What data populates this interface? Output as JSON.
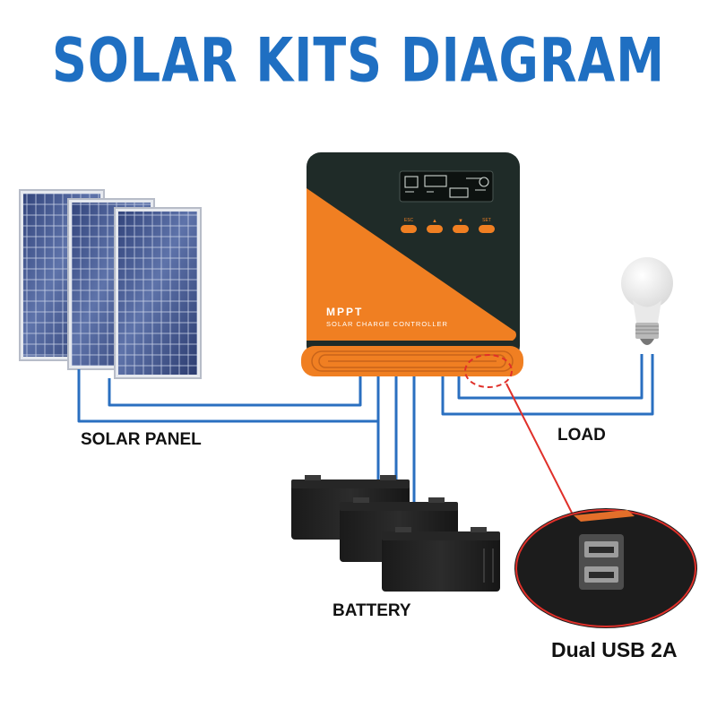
{
  "title": "SOLAR KITS DIAGRAM",
  "controller": {
    "brand_line1": "MPPT",
    "brand_line2": "SOLAR CHARGE CONTROLLER",
    "buttons": [
      "ESC",
      "▲",
      "▼",
      "SET"
    ]
  },
  "labels": {
    "solar_panel": "SOLAR PANEL",
    "load": "LOAD",
    "battery": "BATTERY",
    "usb": "Dual USB 2A"
  },
  "colors": {
    "title": "#1f6fc2",
    "wire": "#2a6fc0",
    "controller_orange": "#f07f22",
    "controller_dark": "#1f2b28",
    "callout": "#e0302a"
  }
}
